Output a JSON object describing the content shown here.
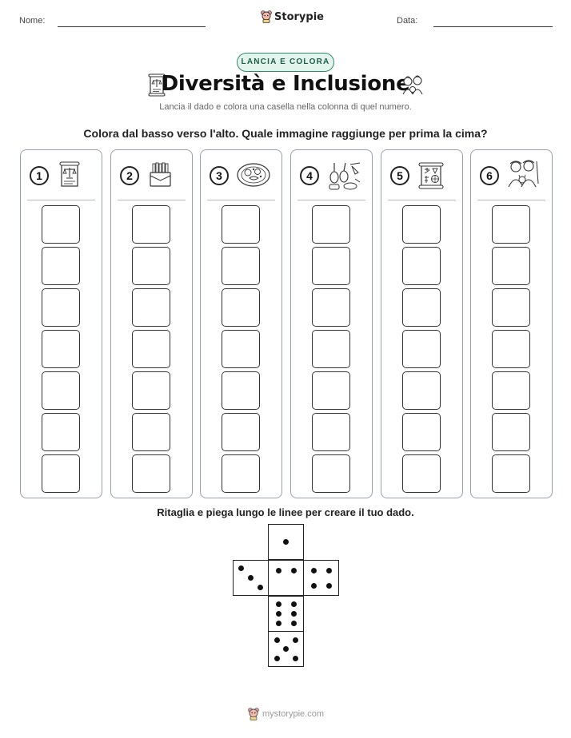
{
  "header": {
    "name_label": "Nome:",
    "date_label": "Data:",
    "brand": "Storypie"
  },
  "badge": "LANCIA E COLORA",
  "title": "Diversità e Inclusione",
  "subtitle": "Lancia il dado e colora una casella nella colonna di quel numero.",
  "instruction": "Colora dal basso verso l'alto. Quale immagine raggiunge per prima la cima?",
  "columns": [
    {
      "number": "1",
      "icon": "justice-scales-document-icon"
    },
    {
      "number": "2",
      "icon": "crayon-box-icon"
    },
    {
      "number": "3",
      "icon": "food-plate-icon"
    },
    {
      "number": "4",
      "icon": "musical-instruments-icon"
    },
    {
      "number": "5",
      "icon": "language-scroll-icon"
    },
    {
      "number": "6",
      "icon": "diverse-friends-icon"
    }
  ],
  "cut_instruction": "Ritaglia e piega lungo le linee per creare il tuo dado.",
  "footer": "mystorypie.com",
  "colors": {
    "accent": "#2f8a6d",
    "badge_bg": "#e2f4ec",
    "column_border": "#9aa0ad"
  }
}
